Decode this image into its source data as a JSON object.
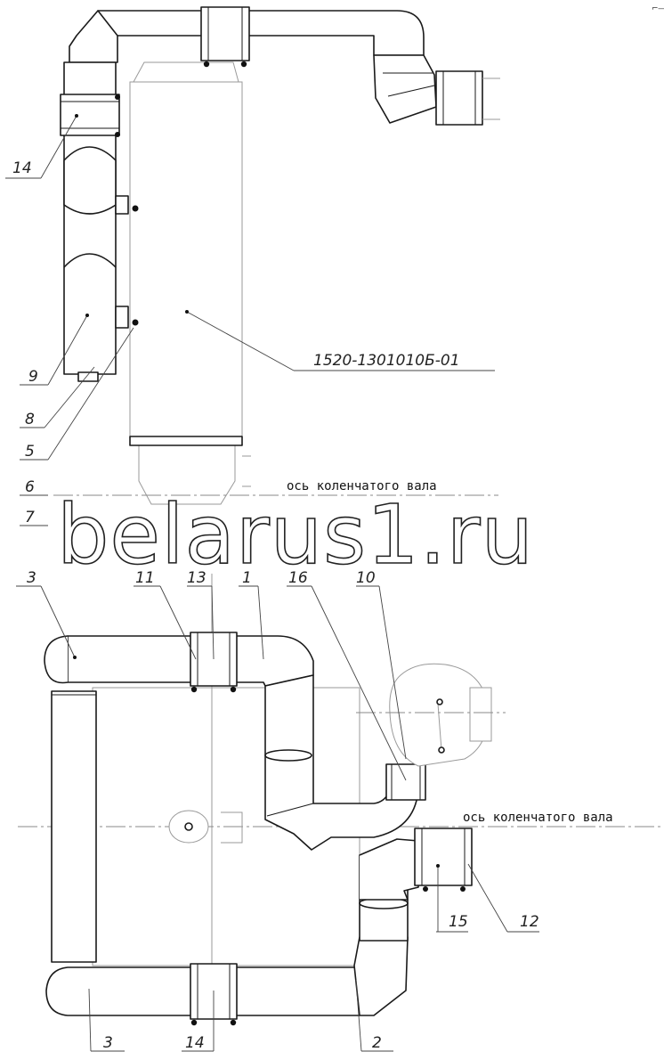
{
  "watermark": "belarus1.ru",
  "corner_mark": "⌐―",
  "part_number": "1520-1301010Б-01",
  "axis_note_top": "ось коленчатого вала",
  "axis_note_bottom": "ось коленчатого вала",
  "callouts_top": [
    "14",
    "9",
    "8",
    "5",
    "6",
    "7"
  ],
  "callouts_bottom": [
    "3",
    "11",
    "13",
    "1",
    "16",
    "10",
    "15",
    "12",
    "3",
    "14",
    "2"
  ]
}
